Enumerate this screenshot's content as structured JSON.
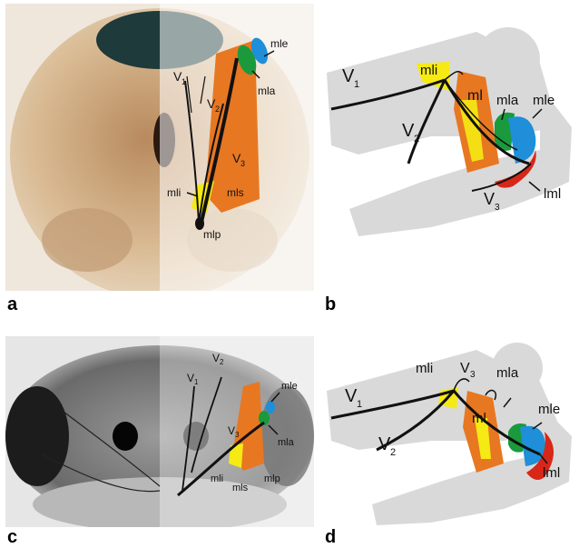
{
  "panels": {
    "a": {
      "letter": "a",
      "labels": {
        "v1": "V",
        "v1s": "1",
        "v2": "V",
        "v2s": "2",
        "v3": "V",
        "v3s": "3",
        "mle": "mle",
        "mla": "mla",
        "mli": "mli",
        "mls": "mls",
        "mlp": "mlp"
      }
    },
    "b": {
      "letter": "b",
      "labels": {
        "v1": "V",
        "v1s": "1",
        "v2": "V",
        "v2s": "2",
        "v3": "V",
        "v3s": "3",
        "mli": "mli",
        "ml": "ml",
        "mla": "mla",
        "mle": "mle",
        "lml": "lml"
      }
    },
    "c": {
      "letter": "c",
      "labels": {
        "v1": "V",
        "v1s": "1",
        "v2": "V",
        "v2s": "2",
        "v3": "V",
        "v3s": "3",
        "mle": "mle",
        "mla": "mla",
        "mli": "mli",
        "mls": "mls",
        "mlp": "mlp"
      }
    },
    "d": {
      "letter": "d",
      "labels": {
        "v1": "V",
        "v1s": "1",
        "v2": "V",
        "v2s": "2",
        "v3": "V",
        "v3s": "3",
        "mli": "mli",
        "ml": "ml",
        "mla": "mla",
        "mle": "mle",
        "lml": "lml"
      }
    }
  },
  "colors": {
    "muscle_orange": "#e87722",
    "muscle_yellow": "#f5ea14",
    "muscle_green": "#1a9a3c",
    "muscle_blue": "#1e8fd8",
    "muscle_red": "#d62718",
    "skull_gray": "#d9d9d9",
    "nerve_black": "#111111"
  }
}
